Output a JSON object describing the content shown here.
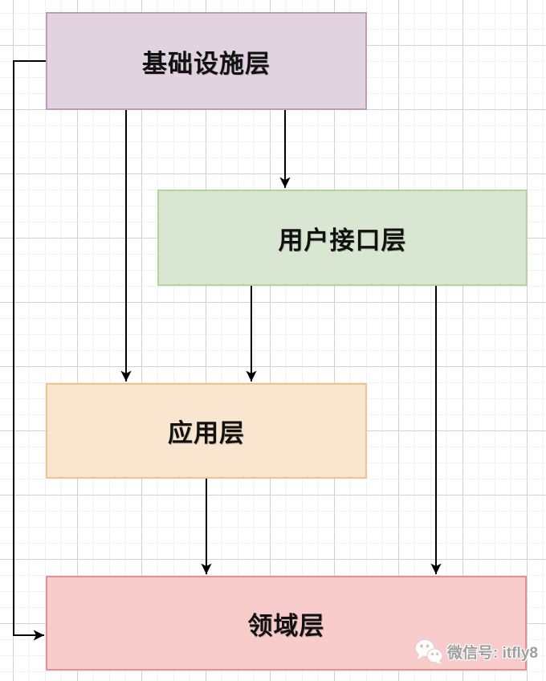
{
  "diagram": {
    "title_implicit": "DDD layered architecture",
    "layers": [
      {
        "id": "infrastructure",
        "label": "基础设施层",
        "fill": "#e2d3e0",
        "border": "#c09cbb"
      },
      {
        "id": "user-interface",
        "label": "用户接口层",
        "fill": "#d9e7d2",
        "border": "#b0d69d"
      },
      {
        "id": "application",
        "label": "应用层",
        "fill": "#fae6cf",
        "border": "#f0c192"
      },
      {
        "id": "domain",
        "label": "领域层",
        "fill": "#f8cccb",
        "border": "#ea8f8f"
      }
    ],
    "edges": [
      {
        "from": "基础设施层",
        "to": "用户接口层"
      },
      {
        "from": "基础设施层",
        "to": "应用层"
      },
      {
        "from": "基础设施层",
        "to": "领域层"
      },
      {
        "from": "用户接口层",
        "to": "应用层"
      },
      {
        "from": "用户接口层",
        "to": "领域层"
      },
      {
        "from": "应用层",
        "to": "领域层"
      }
    ],
    "arrow_color": "#000000",
    "label_color": "#111111"
  },
  "canvas": {
    "background": "#ffffff",
    "grid_minor_color": "#f2f2f2",
    "grid_major_color": "#d2d2d2"
  },
  "watermark": {
    "icon": "wechat-icon",
    "text": "微信号: itfly8",
    "color": "#9e9e9e"
  }
}
